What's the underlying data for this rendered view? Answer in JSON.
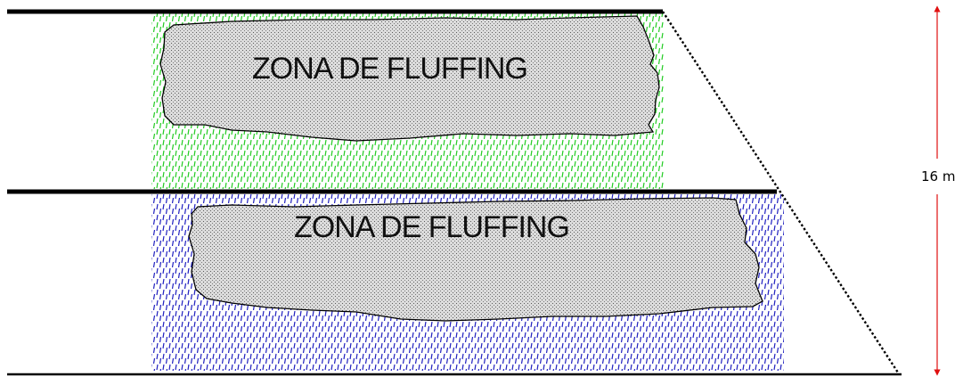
{
  "zones": [
    {
      "label": "ZONA DE FLUFFING",
      "band_color": "#22cc22"
    },
    {
      "label": "ZONA DE FLUFFING",
      "band_color": "#2020c0"
    }
  ],
  "dimension": {
    "label": "16 m",
    "arrow_color": "#e01010"
  },
  "colors": {
    "ground_line": "#000000",
    "fluff_fill": "#d8d8d8",
    "fluff_outline": "#000000",
    "slope_line": "#000000"
  }
}
